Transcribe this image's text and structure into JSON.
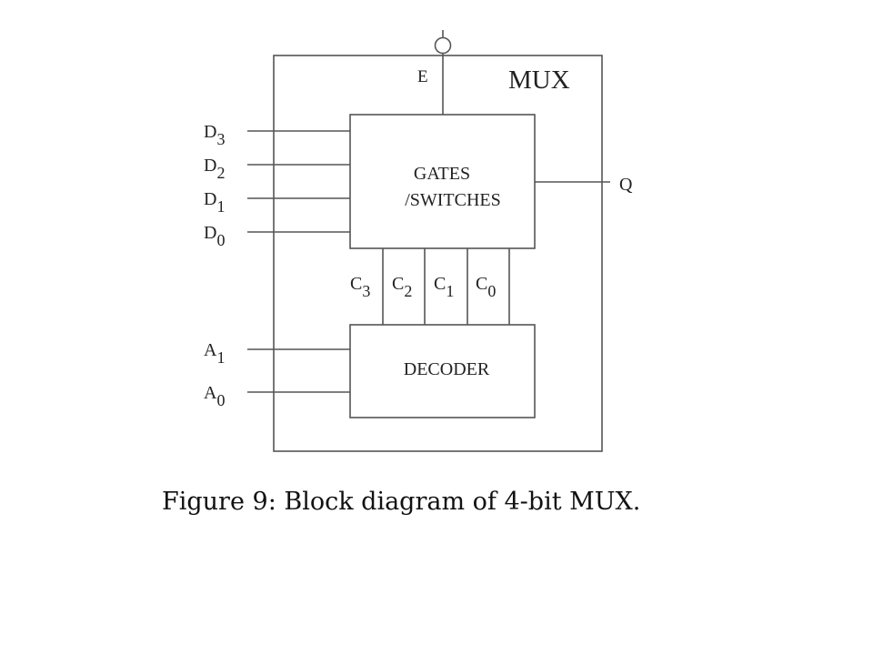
{
  "diagram": {
    "title": "MUX",
    "enable": "E",
    "output": "Q",
    "gates_block": {
      "line1": "GATES",
      "line2": "/SWITCHES"
    },
    "decoder_block": "DECODER",
    "data_inputs": [
      {
        "base": "D",
        "sub": "3"
      },
      {
        "base": "D",
        "sub": "2"
      },
      {
        "base": "D",
        "sub": "1"
      },
      {
        "base": "D",
        "sub": "0"
      }
    ],
    "control_lines": [
      {
        "base": "C",
        "sub": "3"
      },
      {
        "base": "C",
        "sub": "2"
      },
      {
        "base": "C",
        "sub": "1"
      },
      {
        "base": "C",
        "sub": "0"
      }
    ],
    "address_inputs": [
      {
        "base": "A",
        "sub": "1"
      },
      {
        "base": "A",
        "sub": "0"
      }
    ]
  },
  "caption": "Figure 9: Block diagram of 4-bit MUX."
}
